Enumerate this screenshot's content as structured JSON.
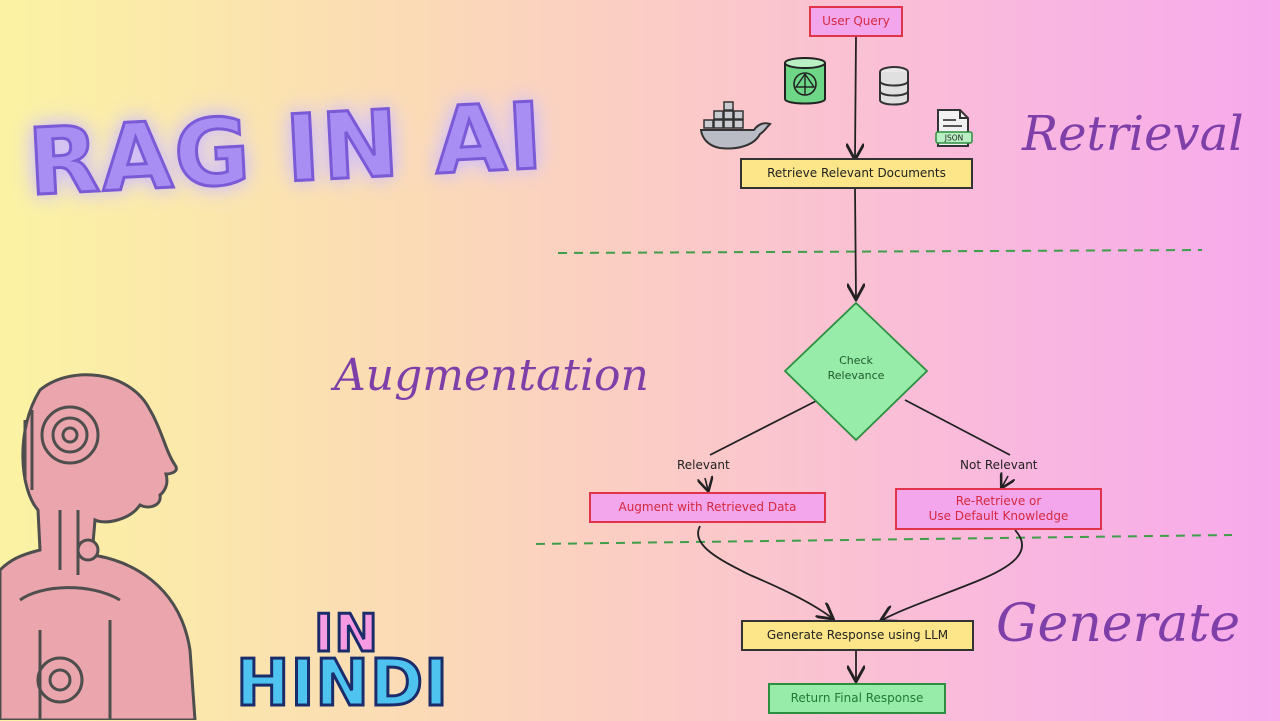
{
  "title": "RAG IN AI",
  "badge": {
    "line1": "IN",
    "line2": "HINDI"
  },
  "sections": {
    "retrieval": "Retrieval",
    "augmentation": "Augmentation",
    "generate": "Generate"
  },
  "nodes": {
    "user_query": "User Query",
    "retrieve_docs": "Retrieve Relevant Documents",
    "check_relevance_line1": "Check",
    "check_relevance_line2": "Relevance",
    "augment": "Augment with Retrieved Data",
    "re_retrieve_line1": "Re-Retrieve or",
    "re_retrieve_line2": "Use Default Knowledge",
    "generate_response": "Generate Response using LLM",
    "return_response": "Return Final Response"
  },
  "edges": {
    "relevant": "Relevant",
    "not_relevant": "Not Relevant"
  },
  "icons": {
    "json_label": "JSON"
  },
  "colors": {
    "pink_node": "#f3a6ec",
    "yellow_node": "#fde68a",
    "green_node": "#98ecaa",
    "divider": "#3f9e4a",
    "section_text": "#7e3fa8"
  }
}
